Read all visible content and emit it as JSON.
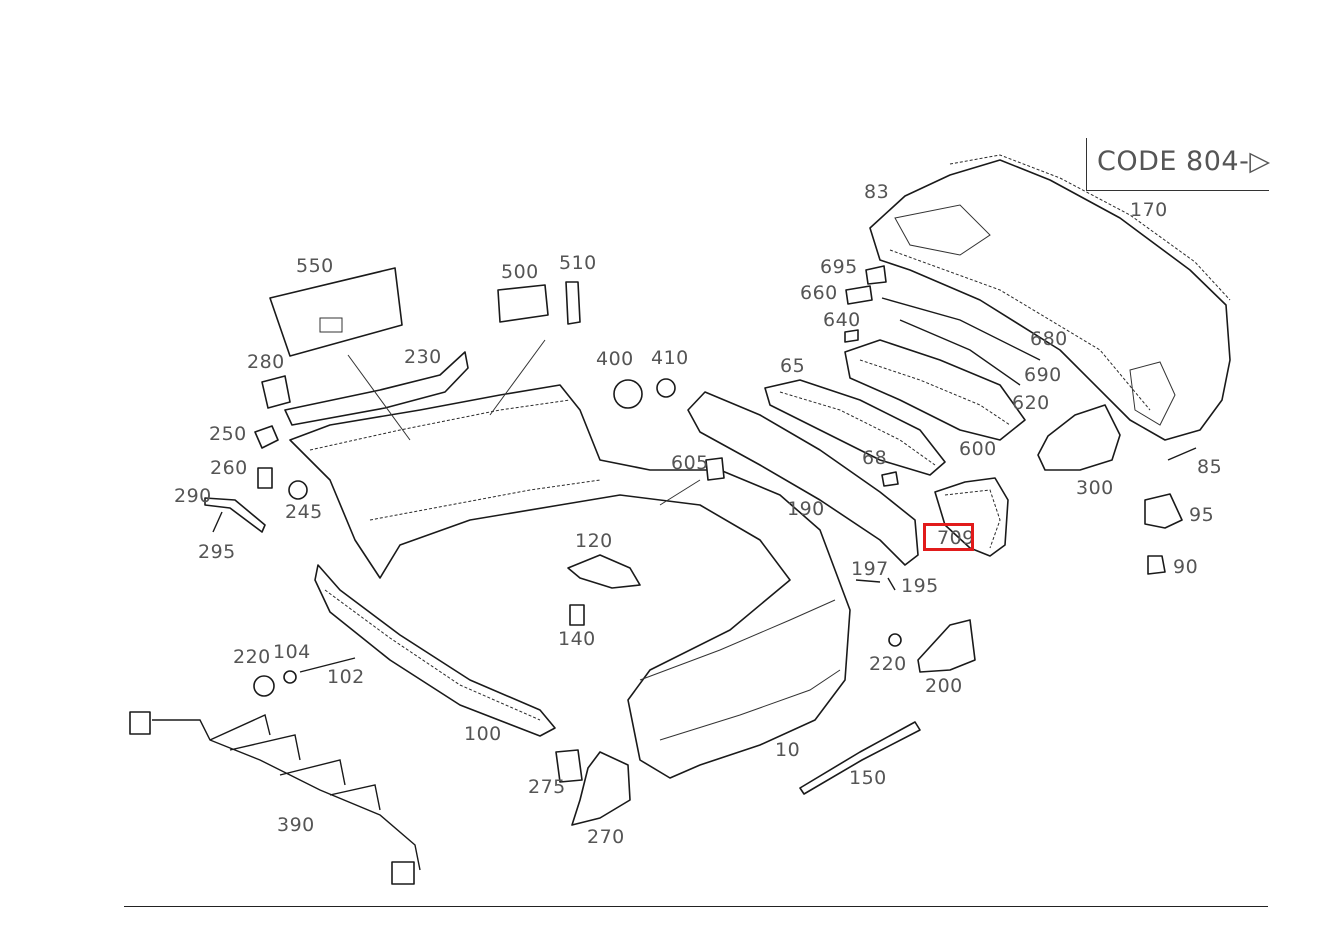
{
  "header": {
    "code_label": "CODE 804-▷"
  },
  "highlight": {
    "part_number": "709",
    "color": "#e11b1b"
  },
  "labels": {
    "p10": "10",
    "p65": "65",
    "p68": "68",
    "p83": "83",
    "p85": "85",
    "p90": "90",
    "p95": "95",
    "p100": "100",
    "p102": "102",
    "p104": "104",
    "p120": "120",
    "p140": "140",
    "p150": "150",
    "p170": "170",
    "p190": "190",
    "p195": "195",
    "p197": "197",
    "p200": "200",
    "p220a": "220",
    "p220b": "220",
    "p230": "230",
    "p245": "245",
    "p250": "250",
    "p260": "260",
    "p270": "270",
    "p275": "275",
    "p280": "280",
    "p290": "290",
    "p295": "295",
    "p300": "300",
    "p390": "390",
    "p400": "400",
    "p410": "410",
    "p500": "500",
    "p510": "510",
    "p550": "550",
    "p600": "600",
    "p605": "605",
    "p620": "620",
    "p640": "640",
    "p660": "660",
    "p680": "680",
    "p690": "690",
    "p695": "695",
    "p709": "709"
  }
}
